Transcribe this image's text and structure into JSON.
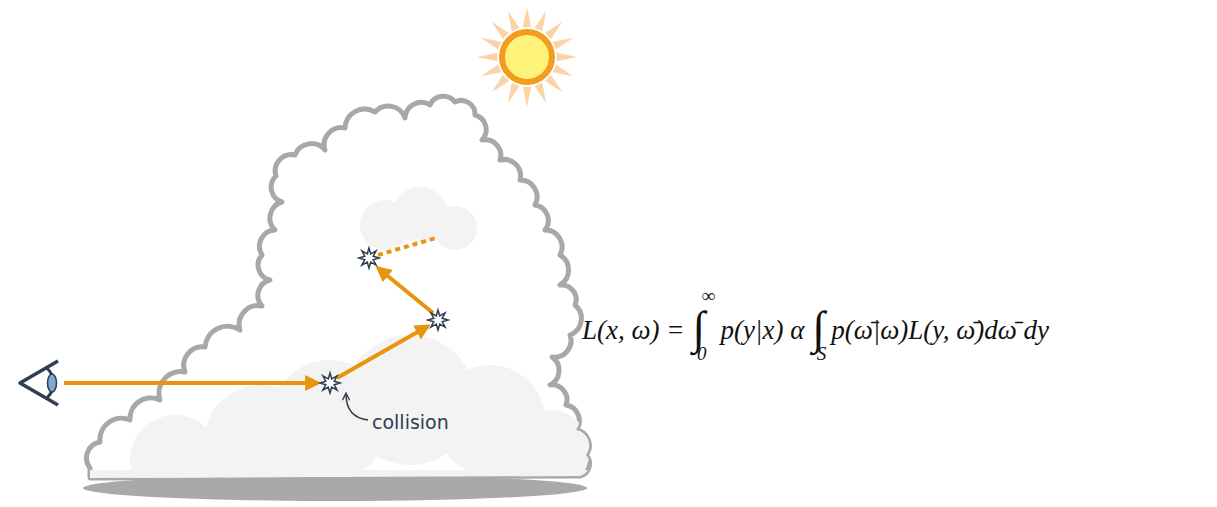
{
  "diagram": {
    "labels": [
      "collision",
      "L(x, ω) =",
      "∫",
      "∞",
      "0",
      "p(y|x) α",
      "∫",
      "S",
      "p(ω̄|ω)L(y, ω̄)dω̄ dy"
    ]
  }
}
